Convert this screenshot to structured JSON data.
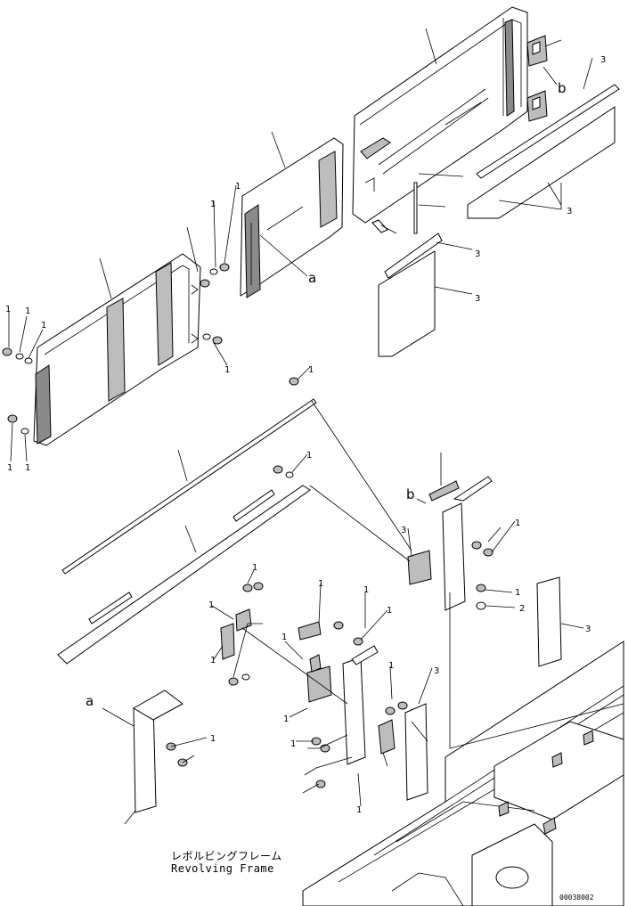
{
  "caption": {
    "japanese": "レボルビングフレーム",
    "english": "Revolving Frame"
  },
  "drawing_number": "00038002",
  "callouts": {
    "a_top": "a",
    "a_bottom": "a",
    "b_top": "b",
    "b_mid": "b"
  },
  "item_numbers": {
    "n2": "2",
    "n3a": "3",
    "n3b": "3",
    "n3c": "3",
    "n3d": "3",
    "n3e": "3",
    "n3f": "3",
    "n3g": "3",
    "n1a": "1",
    "n1b": "1",
    "n1c": "1",
    "n1d": "1",
    "n1e": "1",
    "n1f": "1",
    "n1g": "1",
    "n1h": "1",
    "n1i": "1",
    "n1j": "1",
    "n1k": "1",
    "n1l": "1",
    "n1m": "1",
    "n1n": "1",
    "n1o": "1",
    "n1p": "1",
    "n1q": "1",
    "n1r": "1",
    "n1s": "1",
    "n1t": "1",
    "n1u": "1",
    "n1v": "1",
    "n1w": "1",
    "n1x": "1"
  }
}
